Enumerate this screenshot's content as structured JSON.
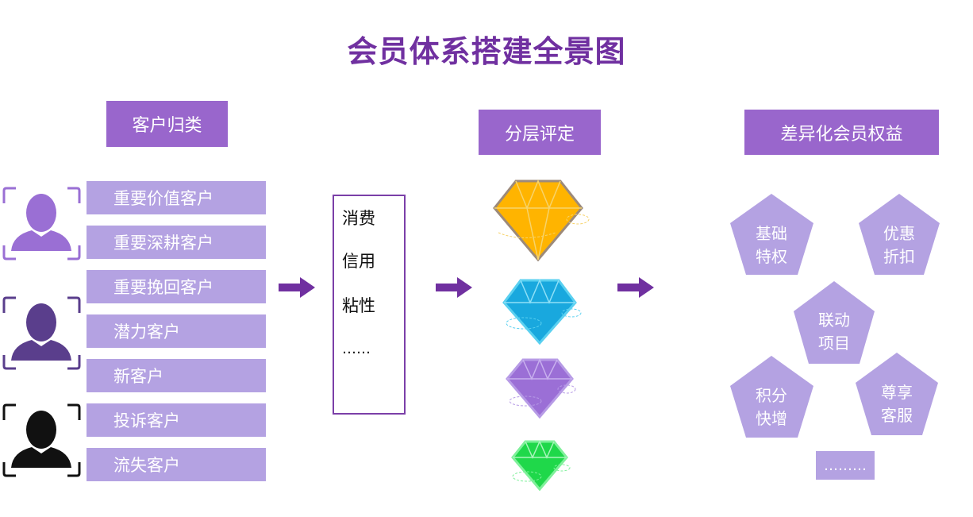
{
  "title": "会员体系搭建全景图",
  "headers": {
    "classify": "客户归类",
    "rating": "分层评定",
    "benefits": "差异化会员权益"
  },
  "customers": [
    "重要价值客户",
    "重要深耕客户",
    "重要挽回客户",
    "潜力客户",
    "新客户",
    "投诉客户",
    "流失客户"
  ],
  "metrics": [
    "消费",
    "信用",
    "粘性",
    "……"
  ],
  "benefits": {
    "basic": [
      "基础",
      "特权"
    ],
    "discount": [
      "优惠",
      "折扣"
    ],
    "linked": [
      "联动",
      "项目"
    ],
    "points": [
      "积分",
      "快增"
    ],
    "vip_service": [
      "尊享",
      "客服"
    ],
    "more": "………"
  },
  "colors": {
    "title": "#7030a0",
    "header_bg": "#9966cc",
    "bar_bg": "#b4a2e2",
    "arrow": "#7030a0",
    "diamond_gold": "#ffb400",
    "diamond_blue": "#19a8de",
    "diamond_purple": "#9b6fd6",
    "diamond_green": "#1fd84a"
  }
}
